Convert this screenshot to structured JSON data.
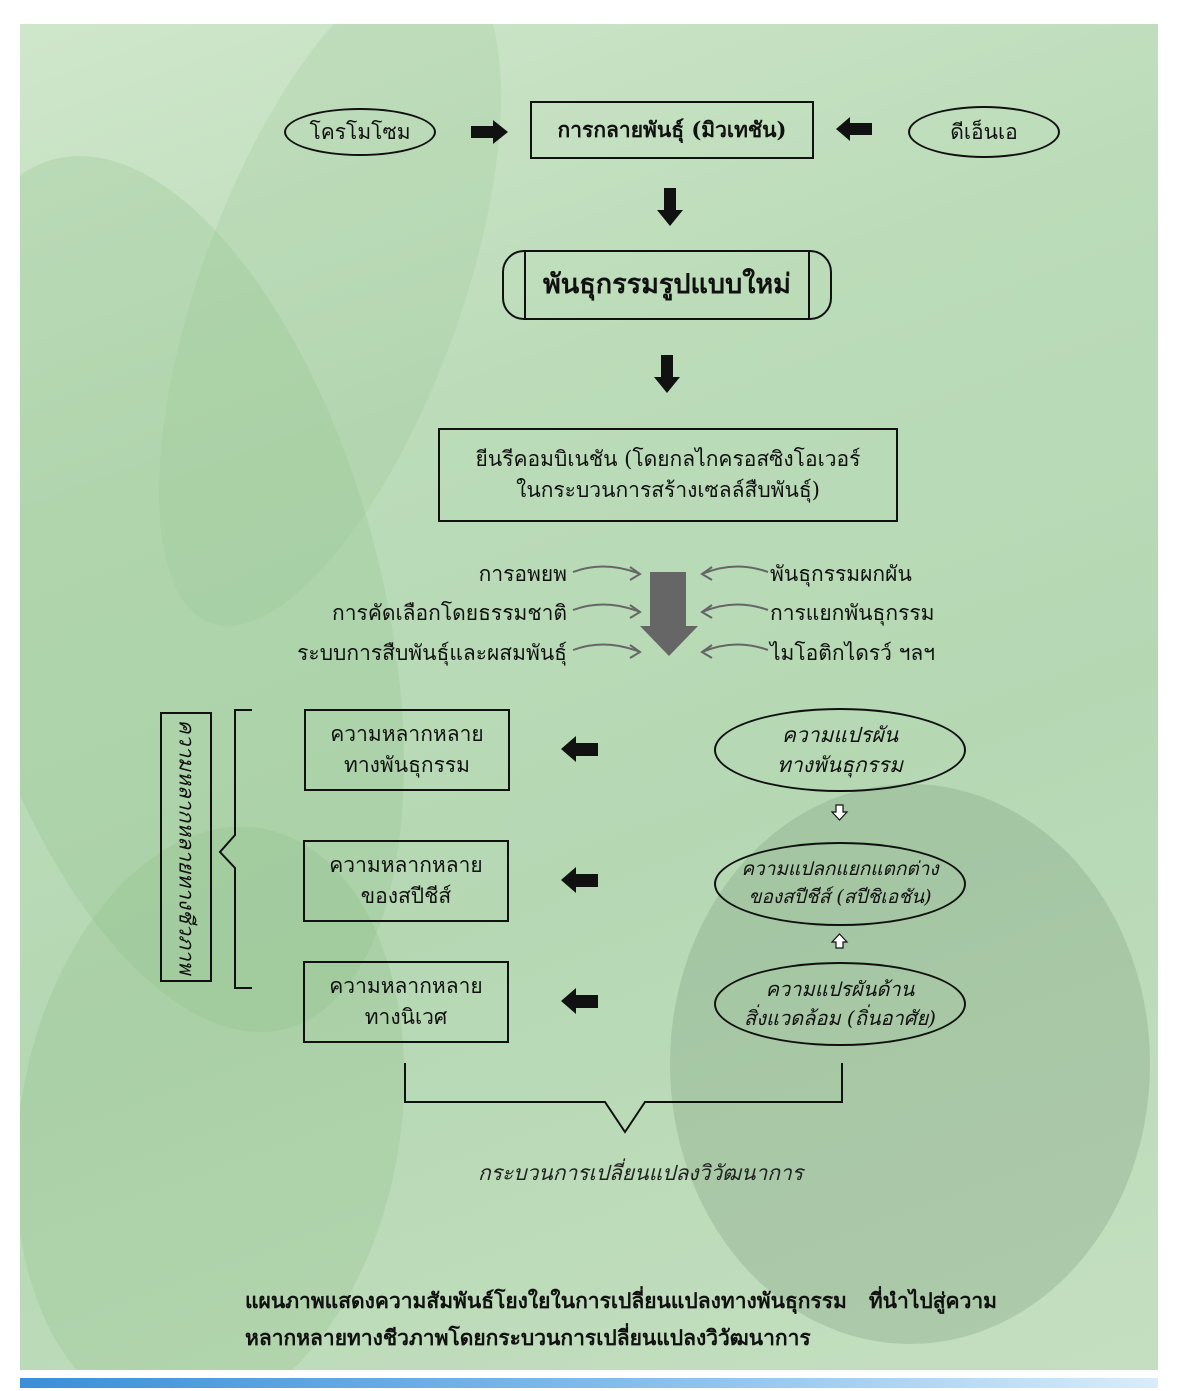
{
  "top_row": {
    "left_source": "โครโมโซม",
    "mutation": "การกลายพันธุ์ (มิวเทชัน)",
    "right_source": "ดีเอ็นเอ"
  },
  "new_genotype": "พันธุกรรมรูปแบบใหม่",
  "recombination": {
    "line1": "ยีนรีคอมบิเนชัน (โดยกลไกครอสซิงโอเวอร์",
    "line2": "ในกระบวนการสร้างเซลล์สืบพันธุ์)"
  },
  "left_factors": [
    "การอพยพ",
    "การคัดเลือกโดยธรรมชาติ",
    "ระบบการสืบพันธุ์และผสมพันธุ์"
  ],
  "right_factors": [
    "พันธุกรรมผกผัน",
    "การแยกพันธุกรรม",
    "ไมโอติกไดรว์ ฯลฯ"
  ],
  "biodiversity_label": "ความหลากหลายทางชีวภาพ",
  "diversity_boxes": [
    {
      "line1": "ความหลากหลาย",
      "line2": "ทางพันธุกรรม"
    },
    {
      "line1": "ความหลากหลาย",
      "line2": "ของสปีชีส์"
    },
    {
      "line1": "ความหลากหลาย",
      "line2": "ทางนิเวศ"
    }
  ],
  "variation_ellipses": [
    {
      "line1": "ความแปรผัน",
      "line2": "ทางพันธุกรรม"
    },
    {
      "line1": "ความแปลกแยกแตกต่าง",
      "line2": "ของสปีชีส์ (สปีชิเอชัน)"
    },
    {
      "line1": "ความแปรผันด้าน",
      "line2": "สิ่งแวดล้อม (ถิ่นอาศัย)"
    }
  ],
  "evolution_process": "กระบวนการเปลี่ยนแปลงวิวัฒนาการ",
  "caption": {
    "line1": "แผนภาพแสดงความสัมพันธ์โยงใยในการเปลี่ยนแปลงทางพันธุกรรม   ที่นำไปสู่ความ",
    "line2": "หลากหลายทางชีวภาพโดยกระบวนการเปลี่ยนแปลงวิวัฒนาการ"
  },
  "colors": {
    "background": "#bcdcb9",
    "ink": "#111111",
    "big_arrow": "#666666",
    "bottom_bar": "#3a8fd8"
  }
}
